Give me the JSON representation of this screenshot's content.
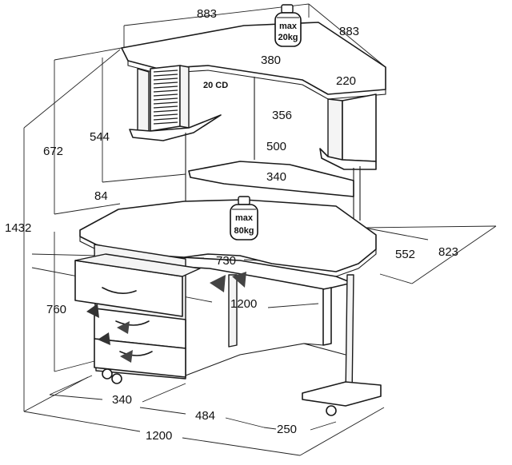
{
  "dimensions": {
    "top_width": "883",
    "top_depth": "883",
    "shelf_depth": "380",
    "shelf_side": "220",
    "cd_label": "20 CD",
    "upper_height": "544",
    "upper_total": "672",
    "niche_height": "356",
    "niche_width": "500",
    "corner_shelf": "340",
    "gap_height": "84",
    "total_height": "1432",
    "desk_depth": "552",
    "desk_total_depth": "823",
    "desk_inner": "730",
    "desk_width_inner": "1200",
    "desk_height": "760",
    "drawer_width": "340",
    "leg_space": "484",
    "right_leg": "250",
    "total_width": "1200"
  },
  "weights": {
    "top": {
      "line1": "max",
      "line2": "20kg"
    },
    "desk": {
      "line1": "max",
      "line2": "80kg"
    }
  }
}
